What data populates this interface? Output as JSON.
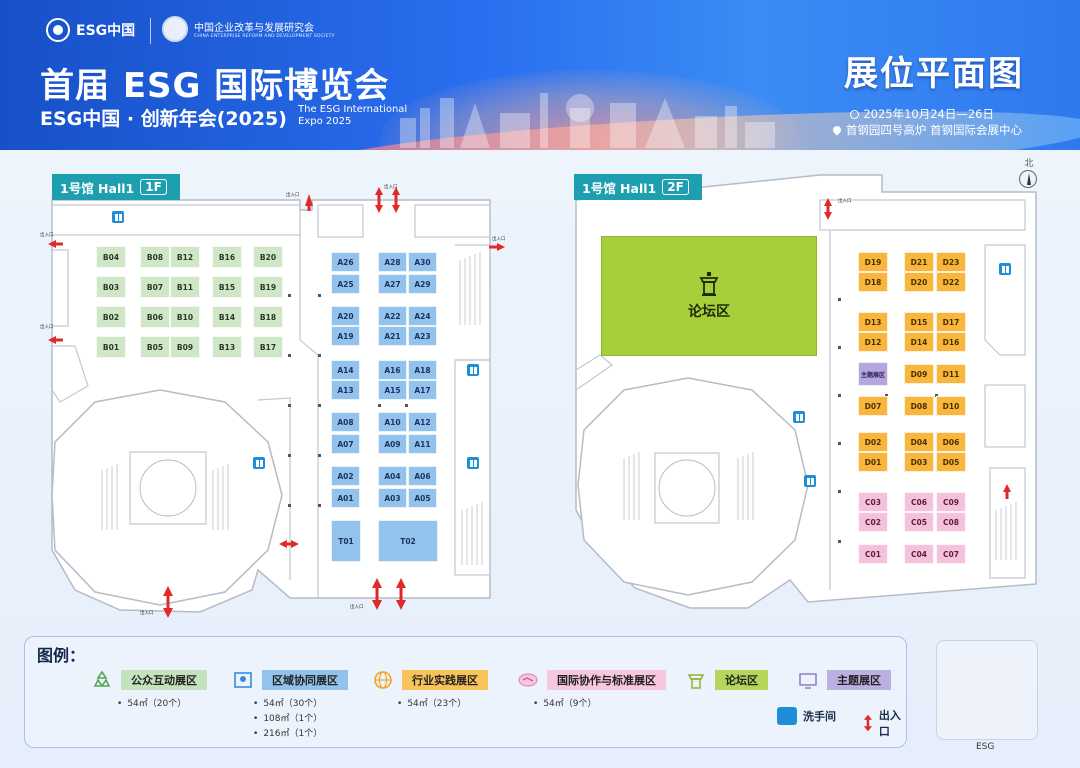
{
  "header": {
    "logo1": "ESG中国",
    "logo2_cn": "中国企业改革与发展研究会",
    "logo2_en": "CHINA ENTERPRISE REFORM AND DEVELOPMENT SOCIETY",
    "title": "首届 ESG 国际博览会",
    "subtitle": "ESG中国 · 创新年会(2025)",
    "subtitle_en": "The ESG International Expo 2025",
    "right_title": "展位平面图",
    "date": "2025年10月24日—26日",
    "venue": "首钢园四号高炉 首钢国际会展中心"
  },
  "plan": {
    "north": "北",
    "entrance": "出入口",
    "hall1": {
      "name": "1号馆 Hall1",
      "floor": "1F"
    },
    "hall2": {
      "name": "1号馆 Hall1",
      "floor": "2F"
    },
    "forum": "论坛区",
    "theme_booth": "主题展区",
    "booths_green": [
      "B04",
      "B08",
      "B12",
      "B16",
      "B20",
      "B03",
      "B07",
      "B11",
      "B15",
      "B19",
      "B02",
      "B06",
      "B10",
      "B14",
      "B18",
      "B01",
      "B05",
      "B09",
      "B13",
      "B17"
    ],
    "booths_blue": [
      "A26",
      "A28",
      "A30",
      "A25",
      "A27",
      "A29",
      "A20",
      "A22",
      "A24",
      "A19",
      "A21",
      "A23",
      "A14",
      "A16",
      "A18",
      "A13",
      "A15",
      "A17",
      "A08",
      "A10",
      "A12",
      "A07",
      "A09",
      "A11",
      "A02",
      "A04",
      "A06",
      "A01",
      "A03",
      "A05",
      "T01",
      "T02"
    ],
    "booths_orange": [
      "D19",
      "D21",
      "D23",
      "D18",
      "D20",
      "D22",
      "D13",
      "D15",
      "D17",
      "D12",
      "D14",
      "D16",
      "D09",
      "D11",
      "D07",
      "D08",
      "D10",
      "D02",
      "D04",
      "D06",
      "D01",
      "D03",
      "D05"
    ],
    "booths_pink": [
      "C03",
      "C06",
      "C09",
      "C02",
      "C05",
      "C08",
      "C01",
      "C04",
      "C07"
    ]
  },
  "legend": {
    "title": "图例：",
    "items": [
      {
        "label": "公众互动展区",
        "color": "#c4e3bc",
        "notes": [
          "54㎡（20个）"
        ]
      },
      {
        "label": "区域协同展区",
        "color": "#93c3ed",
        "notes": [
          "54㎡（30个）",
          "108㎡（1个）",
          "216㎡（1个）"
        ]
      },
      {
        "label": "行业实践展区",
        "color": "#f8c35a",
        "notes": [
          "54㎡（23个）"
        ]
      },
      {
        "label": "国际协作与标准展区",
        "color": "#f7c6df",
        "notes": [
          "54㎡（9个）"
        ]
      },
      {
        "label": "论坛区",
        "color": "#b4d65a",
        "notes": []
      },
      {
        "label": "主题展区",
        "color": "#bcb0e2",
        "notes": []
      }
    ],
    "wc": "洗手间",
    "entrance": "出入口"
  },
  "qr_label": "ESG",
  "colors": {
    "header_blue": "#2a6ff0",
    "hall_label": "#1d9fb0",
    "forum": "#a6cf3c"
  }
}
